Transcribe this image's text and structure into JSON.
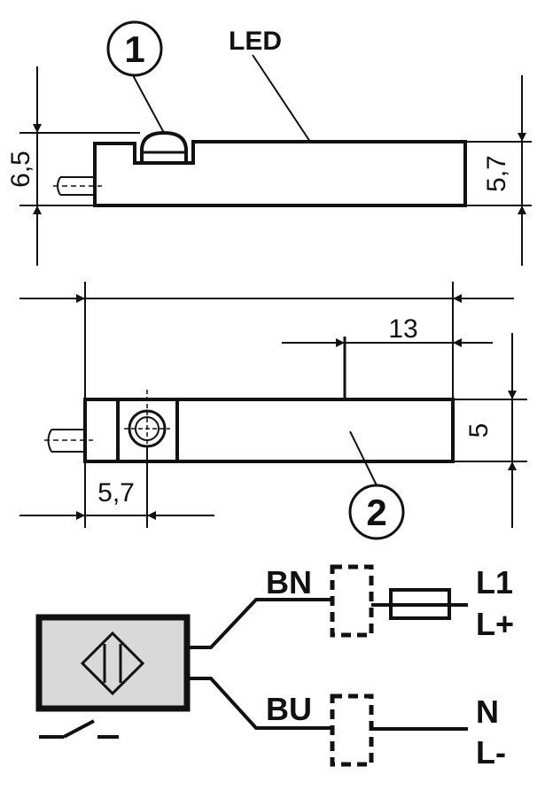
{
  "top_view": {
    "callout_1": "1",
    "led_label": "LED",
    "dim_height_left": "6,5",
    "dim_height_right": "5,7"
  },
  "front_view": {
    "dim_offset": "13",
    "dim_height": "5",
    "dim_width": "5,7",
    "callout_2": "2"
  },
  "wiring": {
    "wire_bn": "BN",
    "wire_bu": "BU",
    "term_l1": "L1",
    "term_lplus": "L+",
    "term_n": "N",
    "term_lminus": "L-"
  },
  "colors": {
    "line": "#111111",
    "sensor_fill": "#d9d9d9"
  }
}
